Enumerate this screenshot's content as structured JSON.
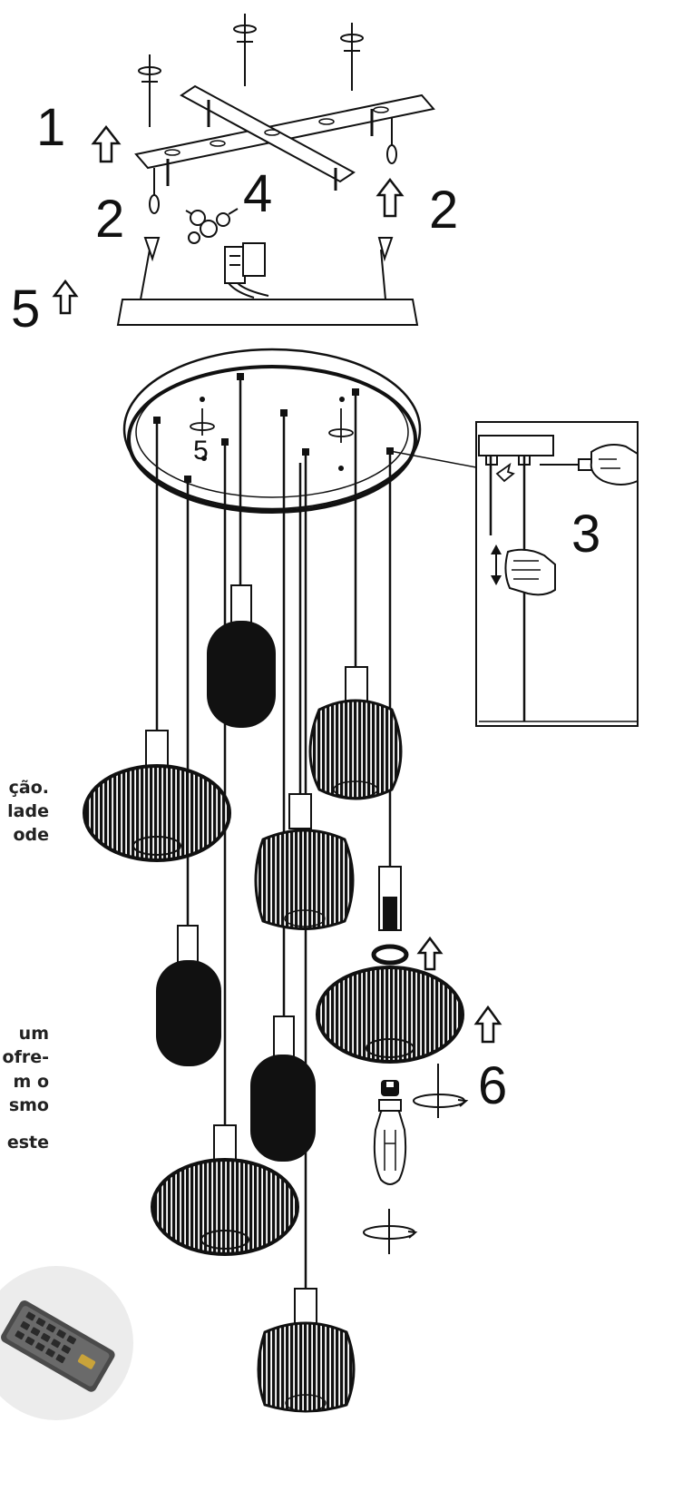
{
  "step_labels": {
    "s1": "1",
    "s2_left": "2",
    "s2_right": "2",
    "s3": "3",
    "s4": "4",
    "s5_left": "5",
    "s5_canopy": "5",
    "s6": "6"
  },
  "cut_text": {
    "a1": "ção.",
    "a2": "lade",
    "a3": "ode",
    "b1": "um",
    "b2": "ofre-",
    "b3": "m o",
    "b4": "smo",
    "b5": "este"
  },
  "colors": {
    "ink": "#111111",
    "paper": "#ffffff",
    "shade": "#1a1a1a"
  }
}
